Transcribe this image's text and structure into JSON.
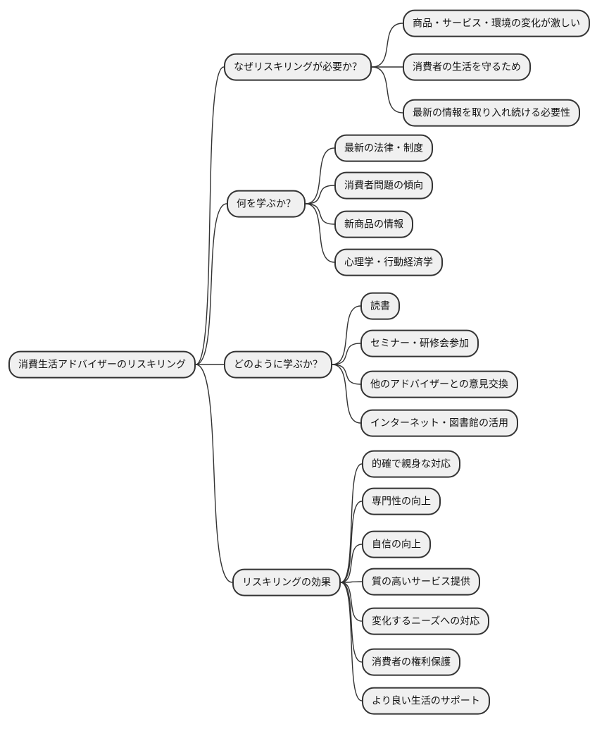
{
  "diagram": {
    "type": "mindmap",
    "colors": {
      "background": "#ffffff",
      "node_fill": "#f0f0f0",
      "node_border": "#333333",
      "edge": "#333333",
      "text": "#111111"
    },
    "root": {
      "label": "消費生活アドバイザーのリスキリング"
    },
    "branches": [
      {
        "label": "なぜリスキリングが必要か？",
        "children": [
          "商品・サービス・環境の変化が激しい",
          "消費者の生活を守るため",
          "最新の情報を取り入れ続ける必要性"
        ]
      },
      {
        "label": "何を学ぶか？",
        "children": [
          "最新の法律・制度",
          "消費者問題の傾向",
          "新商品の情報",
          "心理学・行動経済学"
        ]
      },
      {
        "label": "どのように学ぶか？",
        "children": [
          "読書",
          "セミナー・研修会参加",
          "他のアドバイザーとの意見交換",
          "インターネット・図書館の活用"
        ]
      },
      {
        "label": "リスキリングの効果",
        "children": [
          "的確で親身な対応",
          "専門性の向上",
          "自信の向上",
          "質の高いサービス提供",
          "変化するニーズへの対応",
          "消費者の権利保護",
          "より良い生活のサポート"
        ]
      }
    ]
  }
}
